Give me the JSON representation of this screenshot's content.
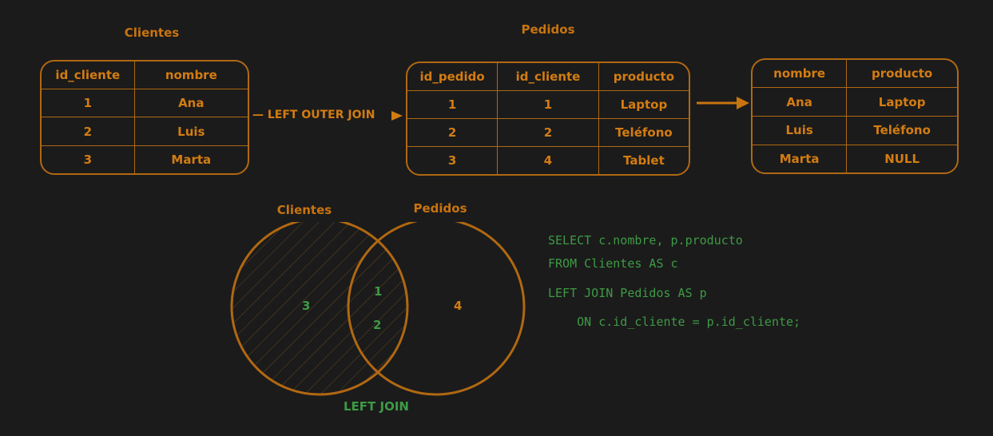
{
  "clientes_title": "Clientes",
  "pedidos_title": "Pedidos",
  "join_label": "— LEFT OUTER JOIN",
  "clientes_table": {
    "headers": [
      "id_cliente",
      "nombre"
    ],
    "rows": [
      [
        "1",
        "Ana"
      ],
      [
        "2",
        "Luis"
      ],
      [
        "3",
        "Marta"
      ]
    ]
  },
  "pedidos_table": {
    "headers": [
      "id_pedido",
      "id_cliente",
      "producto"
    ],
    "rows": [
      [
        "1",
        "1",
        "Laptop"
      ],
      [
        "2",
        "2",
        "Teléfono"
      ],
      [
        "3",
        "4",
        "Tablet"
      ]
    ]
  },
  "result_table": {
    "headers": [
      "nombre",
      "producto"
    ],
    "rows": [
      [
        "Ana",
        "Laptop"
      ],
      [
        "Luis",
        "Teléfono"
      ],
      [
        "Marta",
        "NULL"
      ]
    ]
  },
  "venn": {
    "left_label": "Clientes",
    "right_label": "Pedidos",
    "left_only": "3",
    "intersection": [
      "1",
      "2"
    ],
    "right_only": "4",
    "caption": "LEFT JOIN"
  },
  "sql": [
    "SELECT c.nombre, p.producto",
    "FROM Clientes AS c",
    "LEFT JOIN Pedidos AS p",
    "    ON c.id_cliente = p.id_cliente;"
  ],
  "colors": {
    "accent": "#d37c12",
    "stroke": "#b06812",
    "sql_green": "#3e9a45",
    "background": "#1b1b1b"
  }
}
